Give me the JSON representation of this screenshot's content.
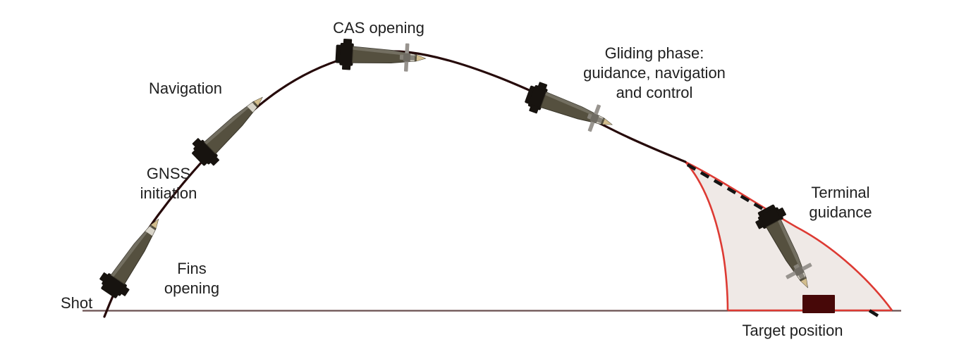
{
  "figure": {
    "description": "Guided projectile trajectory phases diagram",
    "labels": {
      "shot": "Shot",
      "fins_opening": "Fins\nopening",
      "gnss_initiation": "GNSS\ninitiation",
      "navigation": "Navigation",
      "cas_opening": "CAS opening",
      "gliding_phase": "Gliding phase:\nguidance, navigation\nand control",
      "terminal_guidance": "Terminal\nguidance",
      "target_position": "Target position"
    },
    "colors": {
      "trajectory": "#260a0a",
      "ground": "#6a4f4f",
      "footprint_fill": "#efe9e6",
      "footprint_border": "#dd3a33",
      "dashed_path": "#141414",
      "target_box": "#470808",
      "text": "#1f1f1f",
      "projectile_body": "#55503f",
      "projectile_body_edge": "#39352a",
      "projectile_collar": "#17130f",
      "projectile_nose": "#d2bd8d",
      "projectile_band": "#d8d4c9",
      "projectile_canard": "#98948f",
      "projectile_canard_dark": "#868279"
    }
  }
}
